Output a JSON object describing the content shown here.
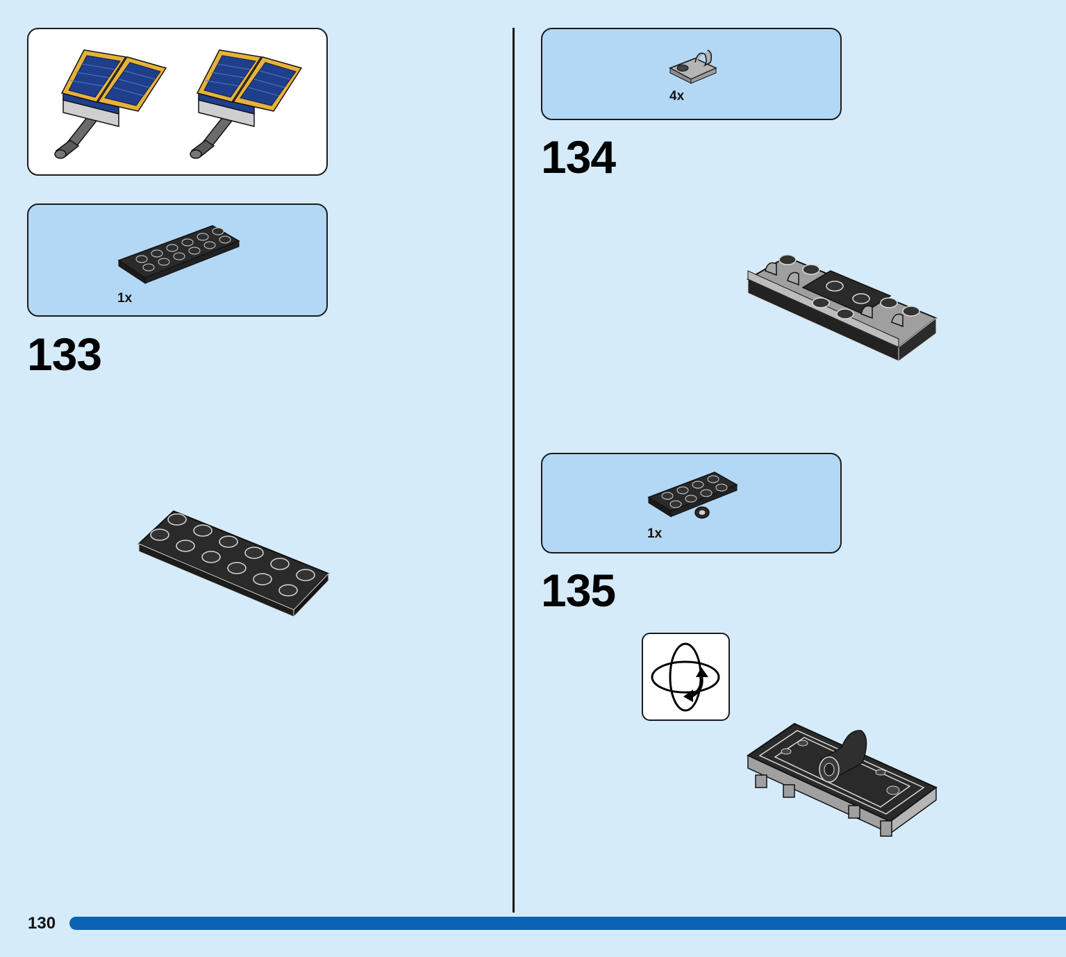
{
  "page": {
    "number": "130"
  },
  "left_column": {
    "preview_panel": {
      "items": [
        "solar-panel-assembly",
        "solar-panel-assembly"
      ]
    },
    "step_133": {
      "number": "133",
      "parts": [
        {
          "qty": "1x",
          "part": "black-plate-2x6"
        }
      ]
    }
  },
  "right_column": {
    "step_134": {
      "number": "134",
      "parts": [
        {
          "qty": "4x",
          "part": "grey-plate-clip"
        }
      ]
    },
    "step_135": {
      "number": "135",
      "parts": [
        {
          "qty": "1x",
          "part": "black-plate-2x4-with-pin-hole"
        }
      ],
      "rotate_icon": "rotate-model-icon"
    }
  },
  "colors": {
    "background": "#d5ebfa",
    "parts_panel": "#b3d8f5",
    "page_bar": "#0b62b2",
    "brick_black": "#2a2a2a",
    "brick_grey": "#a9a9a9",
    "solar_gold": "#e7b23a",
    "solar_blue": "#1f3f8c"
  }
}
